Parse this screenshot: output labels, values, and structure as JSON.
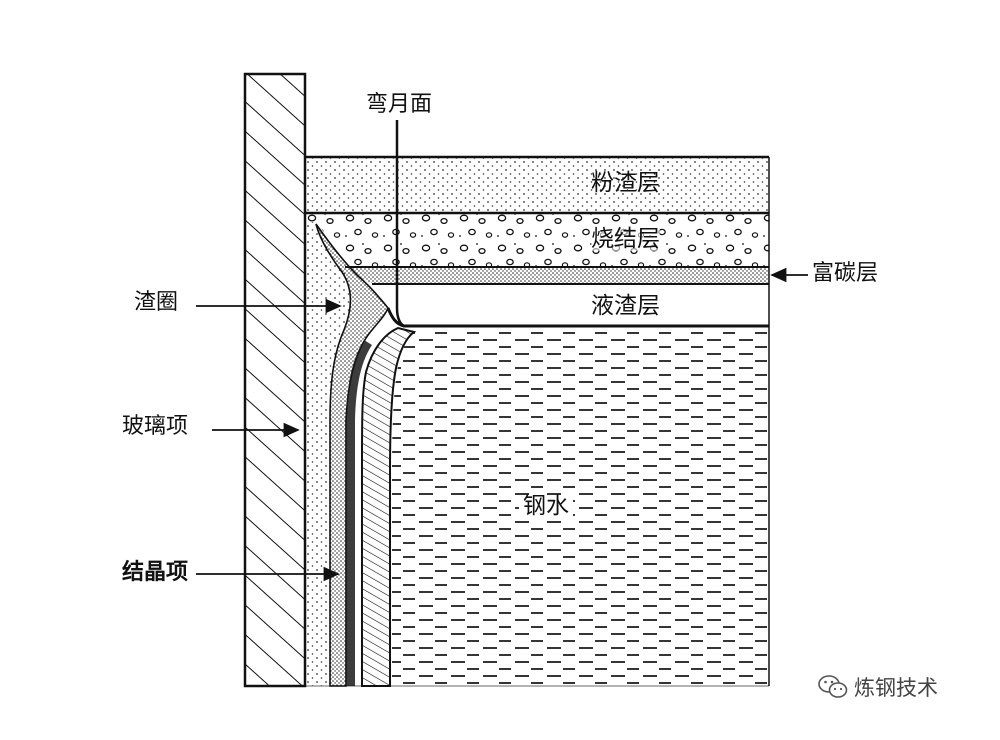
{
  "labels": {
    "meniscus": "弯月面",
    "powder_slag": "粉渣层",
    "sintered": "烧结层",
    "carbon_rich": "富碳层",
    "liquid_slag": "液渣层",
    "slag_rim": "渣圈",
    "glass_layer": "玻璃项",
    "crystal_layer": "结晶项",
    "molten_steel": "钢水"
  },
  "watermark": {
    "text": "炼钢技术",
    "icon": "wechat-icon"
  },
  "colors": {
    "ink": "#111111",
    "background": "#ffffff"
  }
}
